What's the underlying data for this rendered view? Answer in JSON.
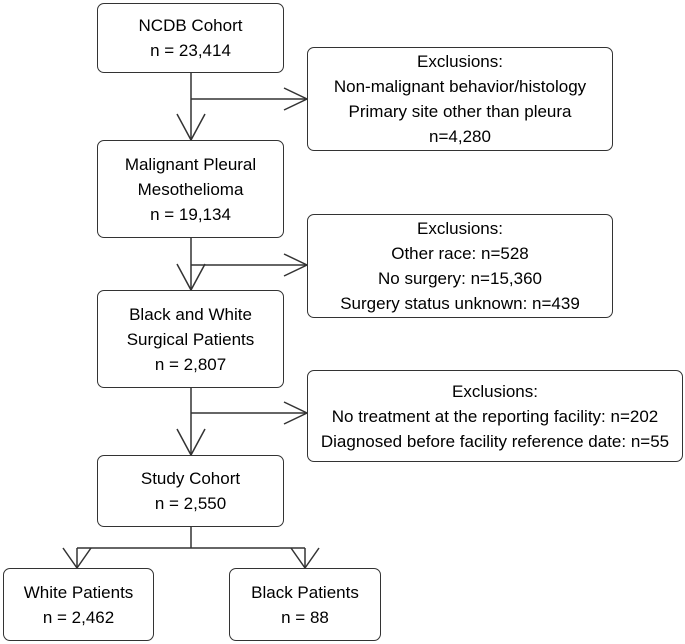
{
  "boxes": {
    "ncdb": {
      "lines": [
        "NCDB Cohort",
        "n = 23,414"
      ]
    },
    "excl1": {
      "lines": [
        "Exclusions:",
        "Non-malignant behavior/histology",
        "Primary site other than pleura",
        "n=4,280"
      ]
    },
    "mpm": {
      "lines": [
        "Malignant Pleural",
        "Mesothelioma",
        "n = 19,134"
      ]
    },
    "excl2": {
      "lines": [
        "Exclusions:",
        "Other race: n=528",
        "No surgery: n=15,360",
        "Surgery status unknown: n=439"
      ]
    },
    "bw": {
      "lines": [
        "Black and White",
        "Surgical Patients",
        "n = 2,807"
      ]
    },
    "excl3": {
      "lines": [
        "Exclusions:",
        "No treatment at the reporting facility: n=202",
        "Diagnosed before facility reference date: n=55"
      ]
    },
    "study": {
      "lines": [
        "Study Cohort",
        "n = 2,550"
      ]
    },
    "white": {
      "lines": [
        "White Patients",
        "n = 2,462"
      ]
    },
    "black": {
      "lines": [
        "Black Patients",
        "n = 88"
      ]
    }
  }
}
